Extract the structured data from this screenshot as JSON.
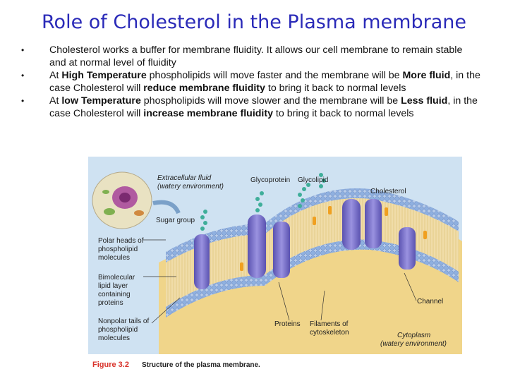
{
  "title": "Role of Cholesterol in the Plasma membrane",
  "bullets": [
    {
      "pre": "Cholesterol works a buffer for membrane fluidity. It allows our cell membrane to remain stable and at normal level of fluidity"
    },
    {
      "p1": "At ",
      "b1": "High Temperature",
      "p2": " phospholipids will move faster and the membrane will be ",
      "b2": "More fluid",
      "p3": ", in the case Cholesterol will ",
      "b3": "reduce membrane fluidity",
      "p4": " to bring it back to normal levels"
    },
    {
      "p1": "At ",
      "b1": "low Temperature",
      "p2": " phospholipids will move slower and the membrane will be ",
      "b2": "Less fluid",
      "p3": ", in the case Cholesterol will ",
      "b3": "increase membrane fluidity",
      "p4": " to bring it back to normal levels"
    }
  ],
  "bullet_char": "•",
  "figure": {
    "labels": {
      "extracellular_1": "Extracellular fluid",
      "extracellular_2": "(watery environment)",
      "glycoprotein": "Glycoprotein",
      "glycolipid": "Glycolipid",
      "cholesterol": "Cholesterol",
      "sugar_group": "Sugar group",
      "polar_1": "Polar heads of",
      "polar_2": "phospholipid",
      "polar_3": "molecules",
      "bimolecular_1": "Bimolecular",
      "bimolecular_2": "lipid layer",
      "bimolecular_3": "containing",
      "bimolecular_4": "proteins",
      "channel": "Channel",
      "nonpolar_1": "Nonpolar tails of",
      "nonpolar_2": "phospholipid",
      "nonpolar_3": "molecules",
      "proteins": "Proteins",
      "filaments_1": "Filaments of",
      "filaments_2": "cytoskeleton",
      "cytoplasm_1": "Cytoplasm",
      "cytoplasm_2": "(watery environment)",
      "caption_num": "Figure 3.2",
      "caption_text": "Structure of the plasma membrane."
    },
    "colors": {
      "background": "#cfe2f2",
      "cytoplasm": "#f0d58a",
      "heads": "#8fb0e0",
      "protein": "#7b72c8",
      "sugar": "#3fae9a",
      "cholesterol": "#f0a020",
      "caption_red": "#d8322a"
    }
  }
}
